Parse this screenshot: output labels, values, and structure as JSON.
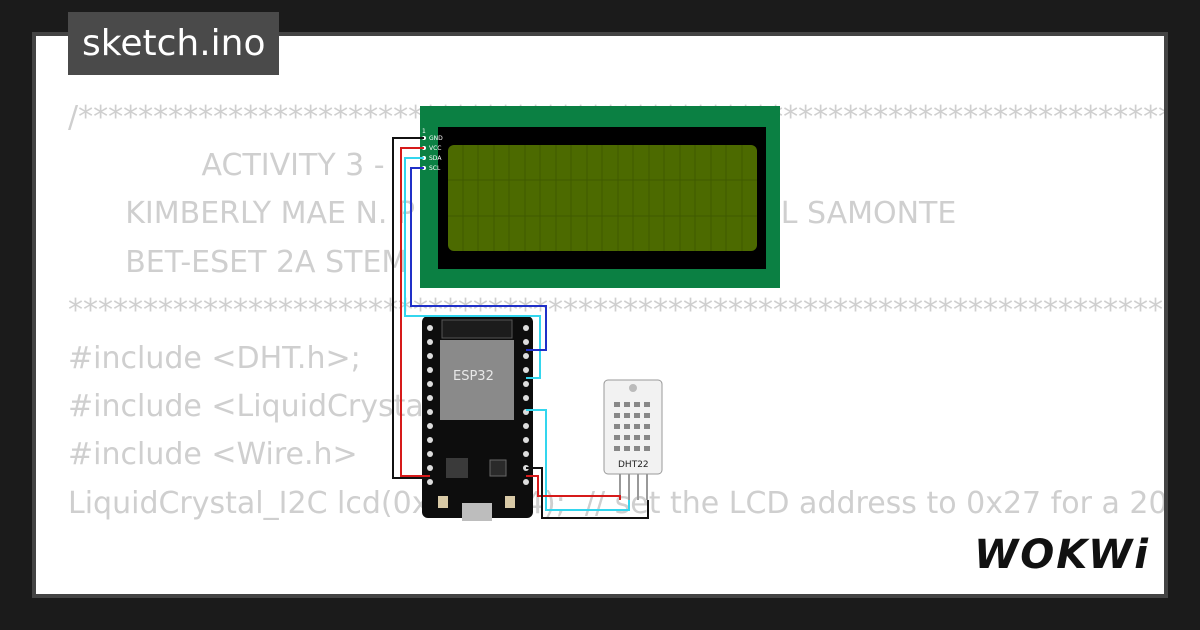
{
  "title": "sketch.ino",
  "code_lines": [
    "/*********************************************************************************",
    "              ACTIVITY 3 -",
    "      KIMBERLY MAE N. P                          MICHAEL SAMONTE",
    "      BET-ESET 2A STEM",
    "**********************************************************************************",
    "",
    "#include <DHT.h>;",
    "#include <LiquidCrystal_",
    "#include <Wire.h>",
    "",
    "LiquidCrystal_I2C lcd(0x27,20,4);  // set the LCD address to 0x27 for a 20"
  ],
  "lcd": {
    "pins": [
      "GND",
      "VCC",
      "SDA",
      "SCL"
    ],
    "pin_marker": "1"
  },
  "esp32": {
    "label": "ESP32"
  },
  "dht22": {
    "label": "DHT22"
  },
  "logo": {
    "text": "WOKWi"
  },
  "colors": {
    "lcd_board": "#0b8043",
    "lcd_screen": "#4c6a00",
    "wire_black": "#111111",
    "wire_red": "#d61a1a",
    "wire_cyan": "#33d6ee",
    "wire_blue": "#2030c8"
  }
}
